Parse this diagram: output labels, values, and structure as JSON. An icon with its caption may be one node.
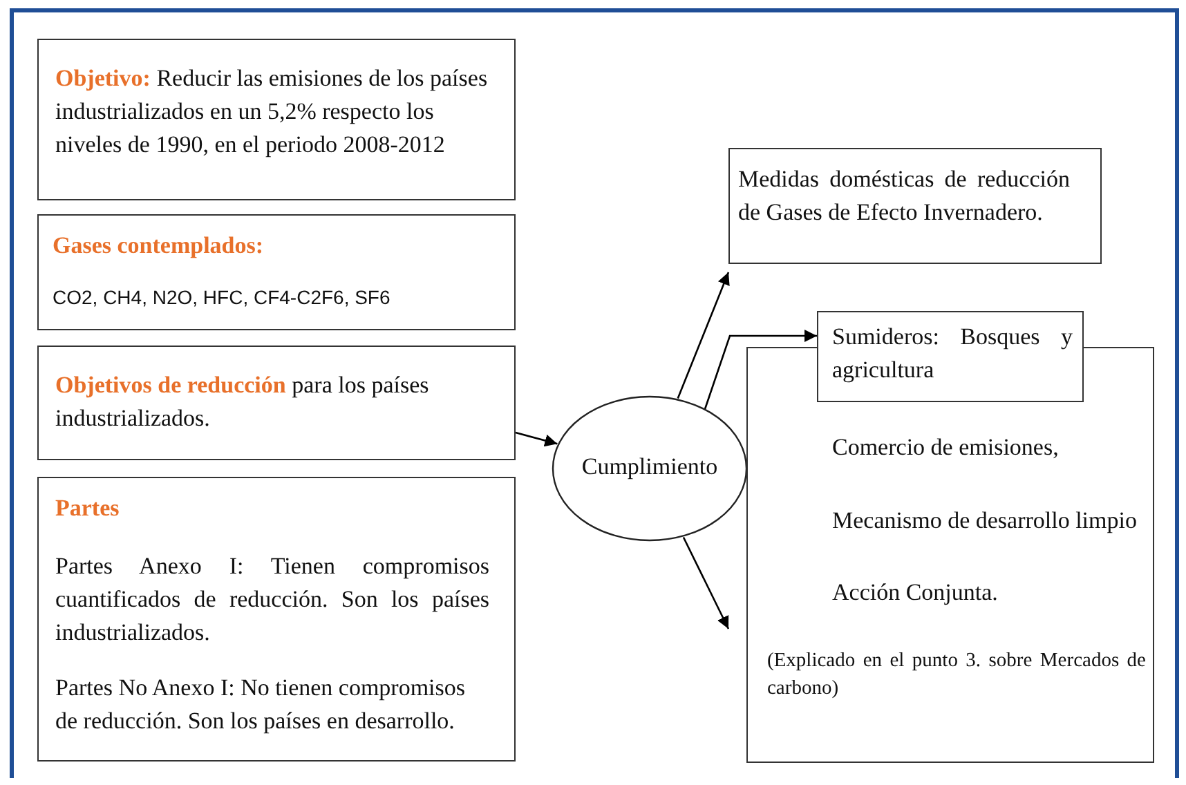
{
  "diagram": {
    "nodes": [
      {
        "text": [
          "**Objetivo:** Reducir las emisiones de los países industrializados en un 5,2% respecto los niveles de 1990, en el periodo 2008-2012"
        ]
      },
      {
        "text": [
          "Gases contemplados:",
          "CO2, CH4, N2O, HFC, CF4-C2F6, SF6"
        ]
      },
      {
        "text": [
          "**Objetivos de reducción** para los países industrializados."
        ]
      },
      {
        "text": [
          "Partes",
          "Partes Anexo I: Tienen compromisos cuantificados de reducción. Son los países industrializados.",
          "Partes No Anexo I: No tienen compromisos de reducción. Son los países en desarrollo."
        ]
      },
      {
        "text": [
          "Cumplimiento"
        ]
      },
      {
        "text": [
          "Medidas domésticas de reducción de Gases de Efecto Invernadero."
        ]
      },
      {
        "text": [
          "Sumideros: Bosques y agricultura"
        ]
      },
      {
        "text": [
          "Comercio de emisiones,",
          "Mecanismo de desarrollo limpio",
          "Acción Conjunta.",
          "(Explicado en el punto 3. sobre Mercados de carbono)"
        ]
      }
    ],
    "edges": [
      {
        "from": 2,
        "to": 4,
        "arrow": "to"
      },
      {
        "from": 4,
        "to": 5,
        "arrow": "to"
      },
      {
        "from": 4,
        "to": 6,
        "arrow": "to"
      },
      {
        "from": 4,
        "to": 7,
        "arrow": "to"
      }
    ]
  }
}
